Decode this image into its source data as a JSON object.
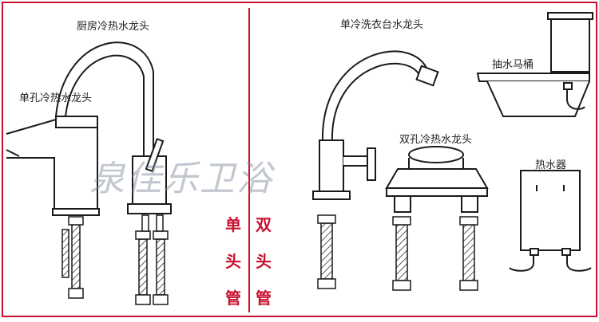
{
  "labels": {
    "kitchen_faucet": "厨房冷热水龙头",
    "single_hole_faucet": "单孔冷热水龙头",
    "laundry_faucet": "单冷洗衣台水龙头",
    "toilet": "抽水马桶",
    "double_hole_faucet": "双孔冷热水龙头",
    "water_heater": "热水器"
  },
  "headings": {
    "single": [
      "单",
      "头",
      "管"
    ],
    "double": [
      "双",
      "头",
      "管"
    ]
  },
  "watermark": "泉佳乐卫浴",
  "colors": {
    "frame": "#c8102e",
    "heading": "#c8102e",
    "line": "#1a1a1a",
    "hose": "#555555"
  }
}
